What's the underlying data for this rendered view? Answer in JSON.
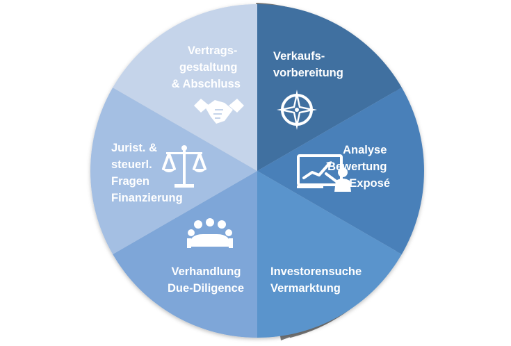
{
  "diagram": {
    "arrow_color": "#7a7a7a",
    "segments": [
      {
        "id": "verkaufsvorbereitung",
        "color": "#3f6fa0",
        "icon": "compass-icon",
        "lines": [
          "Verkaufs-",
          "vorbereitung"
        ]
      },
      {
        "id": "analyse",
        "color": "#4a80b9",
        "icon": "presentation-icon",
        "lines": [
          "Analyse",
          "Bewertung",
          "Exposé"
        ]
      },
      {
        "id": "investorensuche",
        "color": "#5a94cc",
        "icon": "",
        "lines": [
          "Investorensuche",
          "Vermarktung"
        ]
      },
      {
        "id": "verhandlung",
        "color": "#7ea6d8",
        "icon": "meeting-icon",
        "lines": [
          "Verhandlung",
          "Due-Diligence"
        ]
      },
      {
        "id": "juristisch",
        "color": "#a4bfe3",
        "icon": "scales-icon",
        "lines": [
          "Jurist. &",
          "steuerl.",
          "Fragen",
          "Finanzierung"
        ]
      },
      {
        "id": "vertragsgestaltung",
        "color": "#c5d4ea",
        "icon": "handshake-icon",
        "lines": [
          "Vertrags-",
          "gestaltung",
          "& Abschluss"
        ]
      }
    ]
  }
}
